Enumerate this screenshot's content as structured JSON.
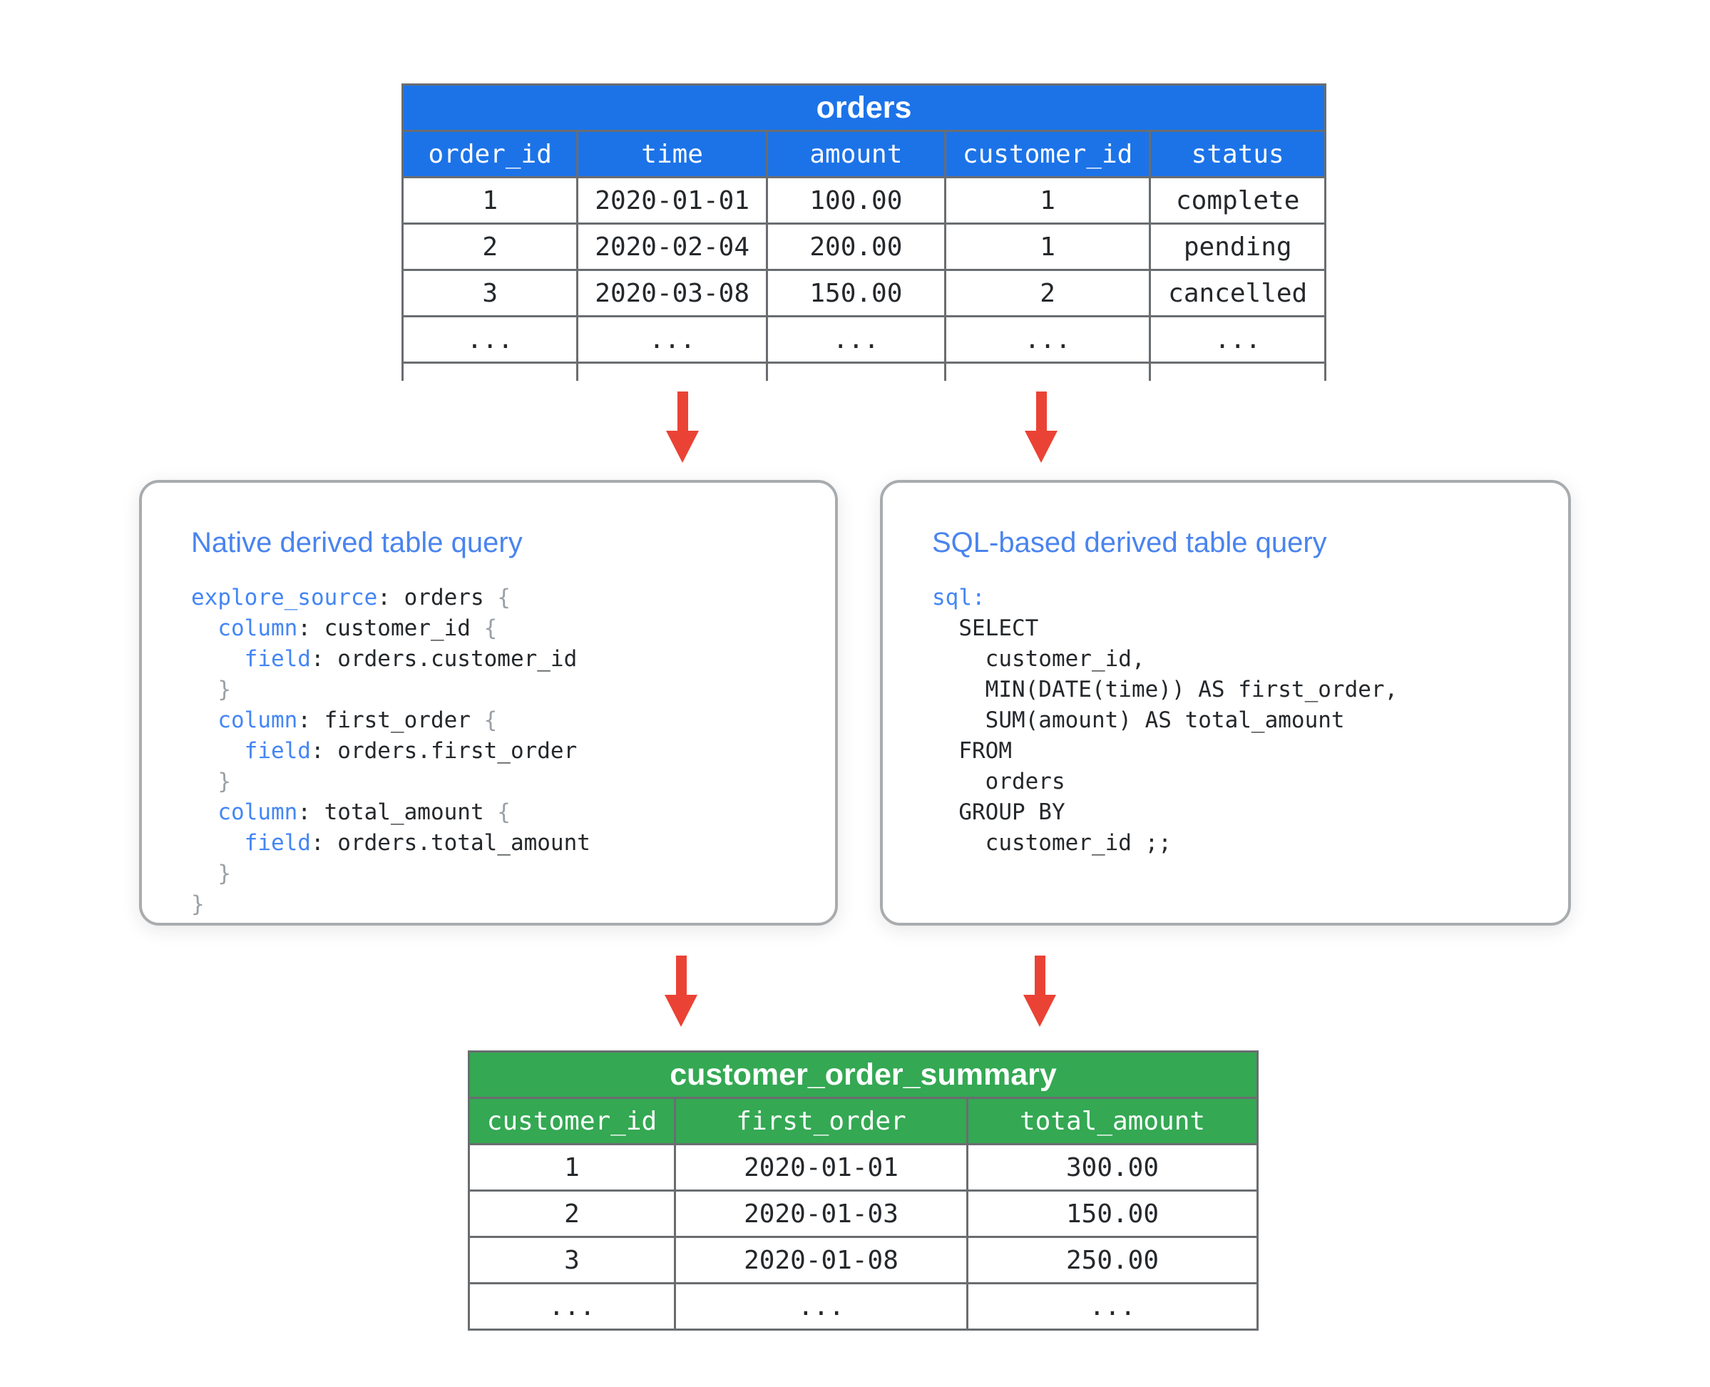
{
  "colors": {
    "orders_header_blue": "#1c73e8",
    "summary_header_green": "#34a853",
    "arrow_red": "#ea4335",
    "code_keyword_blue": "#4486f4",
    "code_brace_gray": "#9aa0a6",
    "box_title_blue": "#4a84ee",
    "table_border_gray": "#6a6d70",
    "box_border_gray": "#a9acae",
    "text_dark": "#25282b"
  },
  "orders_table": {
    "title": "orders",
    "columns": [
      "order_id",
      "time",
      "amount",
      "customer_id",
      "status"
    ],
    "rows": [
      [
        "1",
        "2020-01-01",
        "100.00",
        "1",
        "complete"
      ],
      [
        "2",
        "2020-02-04",
        "200.00",
        "1",
        "pending"
      ],
      [
        "3",
        "2020-03-08",
        "150.00",
        "2",
        "cancelled"
      ],
      [
        "...",
        "...",
        "...",
        "...",
        "..."
      ],
      [
        "",
        "",
        "",
        "",
        ""
      ]
    ]
  },
  "native_box": {
    "title": "Native derived table query",
    "code": [
      [
        [
          "kw",
          "explore_source"
        ],
        [
          "plain",
          ": orders "
        ],
        [
          "brace",
          "{"
        ]
      ],
      [
        [
          "plain",
          "  "
        ],
        [
          "kw",
          "column"
        ],
        [
          "plain",
          ": customer_id "
        ],
        [
          "brace",
          "{"
        ]
      ],
      [
        [
          "plain",
          "    "
        ],
        [
          "kw",
          "field"
        ],
        [
          "plain",
          ": orders.customer_id"
        ]
      ],
      [
        [
          "plain",
          "  "
        ],
        [
          "brace",
          "}"
        ]
      ],
      [
        [
          "plain",
          "  "
        ],
        [
          "kw",
          "column"
        ],
        [
          "plain",
          ": first_order "
        ],
        [
          "brace",
          "{"
        ]
      ],
      [
        [
          "plain",
          "    "
        ],
        [
          "kw",
          "field"
        ],
        [
          "plain",
          ": orders.first_order"
        ]
      ],
      [
        [
          "plain",
          "  "
        ],
        [
          "brace",
          "}"
        ]
      ],
      [
        [
          "plain",
          "  "
        ],
        [
          "kw",
          "column"
        ],
        [
          "plain",
          ": total_amount "
        ],
        [
          "brace",
          "{"
        ]
      ],
      [
        [
          "plain",
          "    "
        ],
        [
          "kw",
          "field"
        ],
        [
          "plain",
          ": orders.total_amount"
        ]
      ],
      [
        [
          "plain",
          "  "
        ],
        [
          "brace",
          "}"
        ]
      ],
      [
        [
          "brace",
          "}"
        ]
      ]
    ]
  },
  "sql_box": {
    "title": "SQL-based derived table query",
    "code": [
      [
        [
          "kw",
          "sql:"
        ]
      ],
      [
        [
          "plain",
          "  SELECT"
        ]
      ],
      [
        [
          "plain",
          "    customer_id,"
        ]
      ],
      [
        [
          "plain",
          "    MIN(DATE(time)) AS first_order,"
        ]
      ],
      [
        [
          "plain",
          "    SUM(amount) AS total_amount"
        ]
      ],
      [
        [
          "plain",
          "  FROM"
        ]
      ],
      [
        [
          "plain",
          "    orders"
        ]
      ],
      [
        [
          "plain",
          "  GROUP BY"
        ]
      ],
      [
        [
          "plain",
          "    customer_id ;;"
        ]
      ]
    ]
  },
  "summary_table": {
    "title": "customer_order_summary",
    "columns": [
      "customer_id",
      "first_order",
      "total_amount"
    ],
    "rows": [
      [
        "1",
        "2020-01-01",
        "300.00"
      ],
      [
        "2",
        "2020-01-03",
        "150.00"
      ],
      [
        "3",
        "2020-01-08",
        "250.00"
      ],
      [
        "...",
        "...",
        "..."
      ]
    ]
  }
}
